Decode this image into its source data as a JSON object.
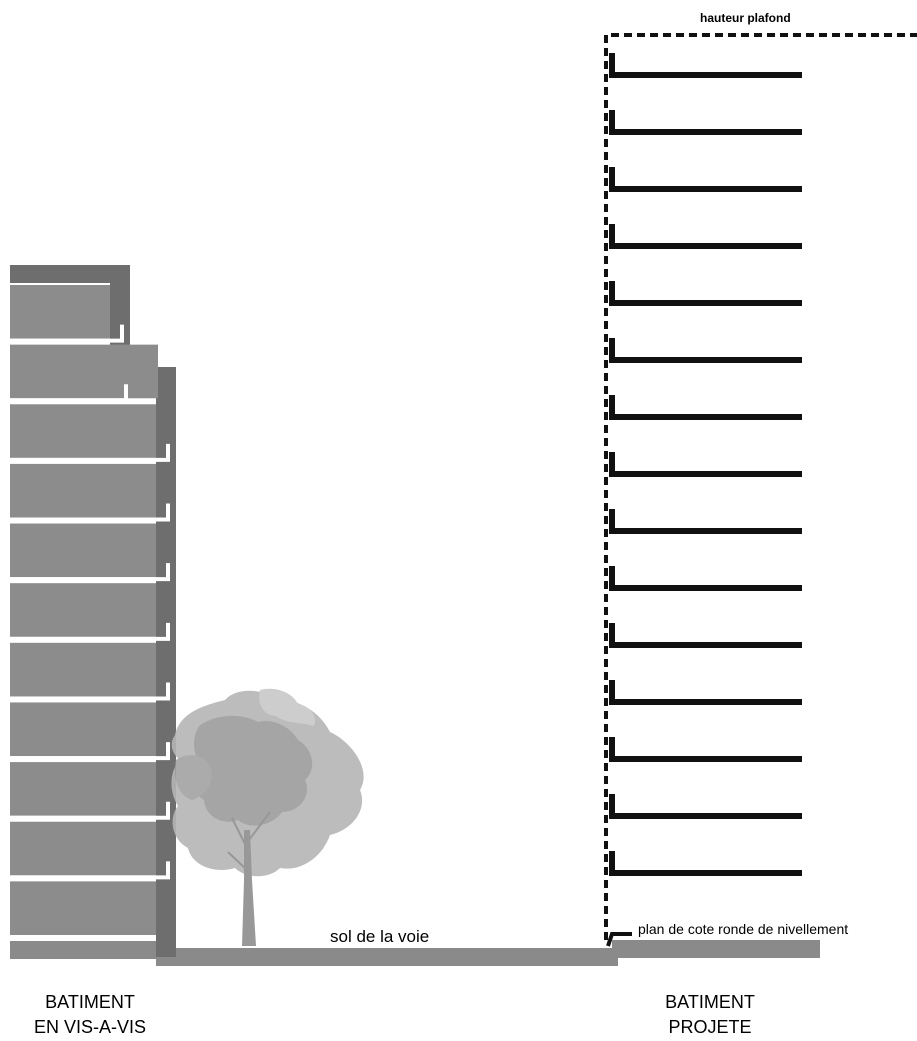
{
  "labels": {
    "ceiling_height": "hauteur plafond",
    "road_ground": "sol de la voie",
    "leveling_plane": "plan de cote ronde de nivellement",
    "left_building": [
      "BATIMENT",
      "EN VIS-A-VIS"
    ],
    "right_building": [
      "BATIMENT",
      "PROJETE"
    ]
  },
  "colors": {
    "ground": "#8a8a8a",
    "facade": "#6e6e6e",
    "room": "#8c8c8c",
    "tree": "#a8a8a8",
    "slab": "#111111",
    "ceiling_line": "#111111"
  },
  "left_building": {
    "floors": 11
  },
  "right_building": {
    "floors": 15
  }
}
